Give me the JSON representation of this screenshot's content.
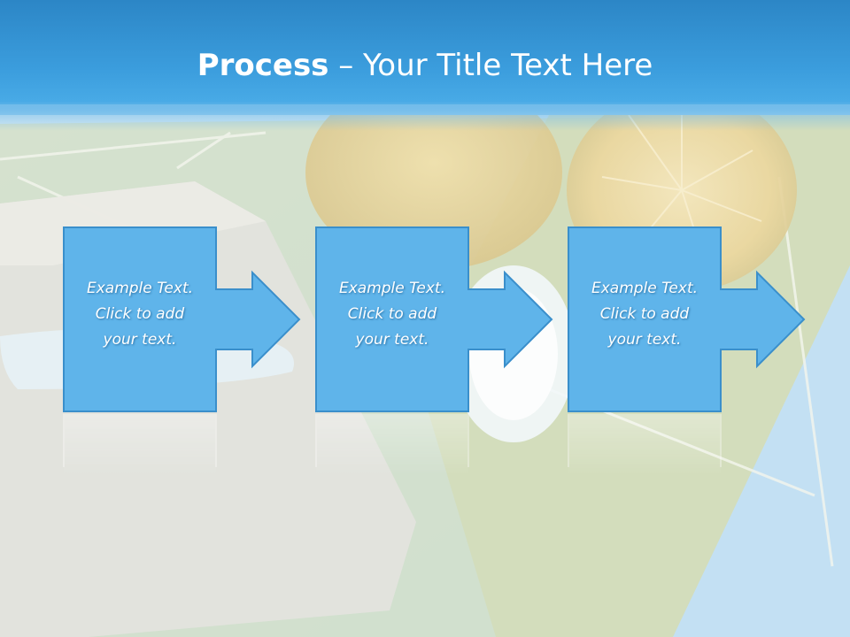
{
  "title": {
    "bold": "Process",
    "rest": " – Your Title Text Here"
  },
  "steps": [
    {
      "line1": "Example Text.",
      "line2": "Click  to add",
      "line3": "your text."
    },
    {
      "line1": "Example Text.",
      "line2": "Click  to add",
      "line3": "your text."
    },
    {
      "line1": "Example Text.",
      "line2": "Click  to add",
      "line3": "your text."
    }
  ],
  "colors": {
    "title_band": "#3b9ddd",
    "box_fill": "#5fb4ea",
    "box_stroke": "#3a8fcb",
    "text": "#ffffff"
  },
  "icons": [
    "arrow-right-icon"
  ]
}
